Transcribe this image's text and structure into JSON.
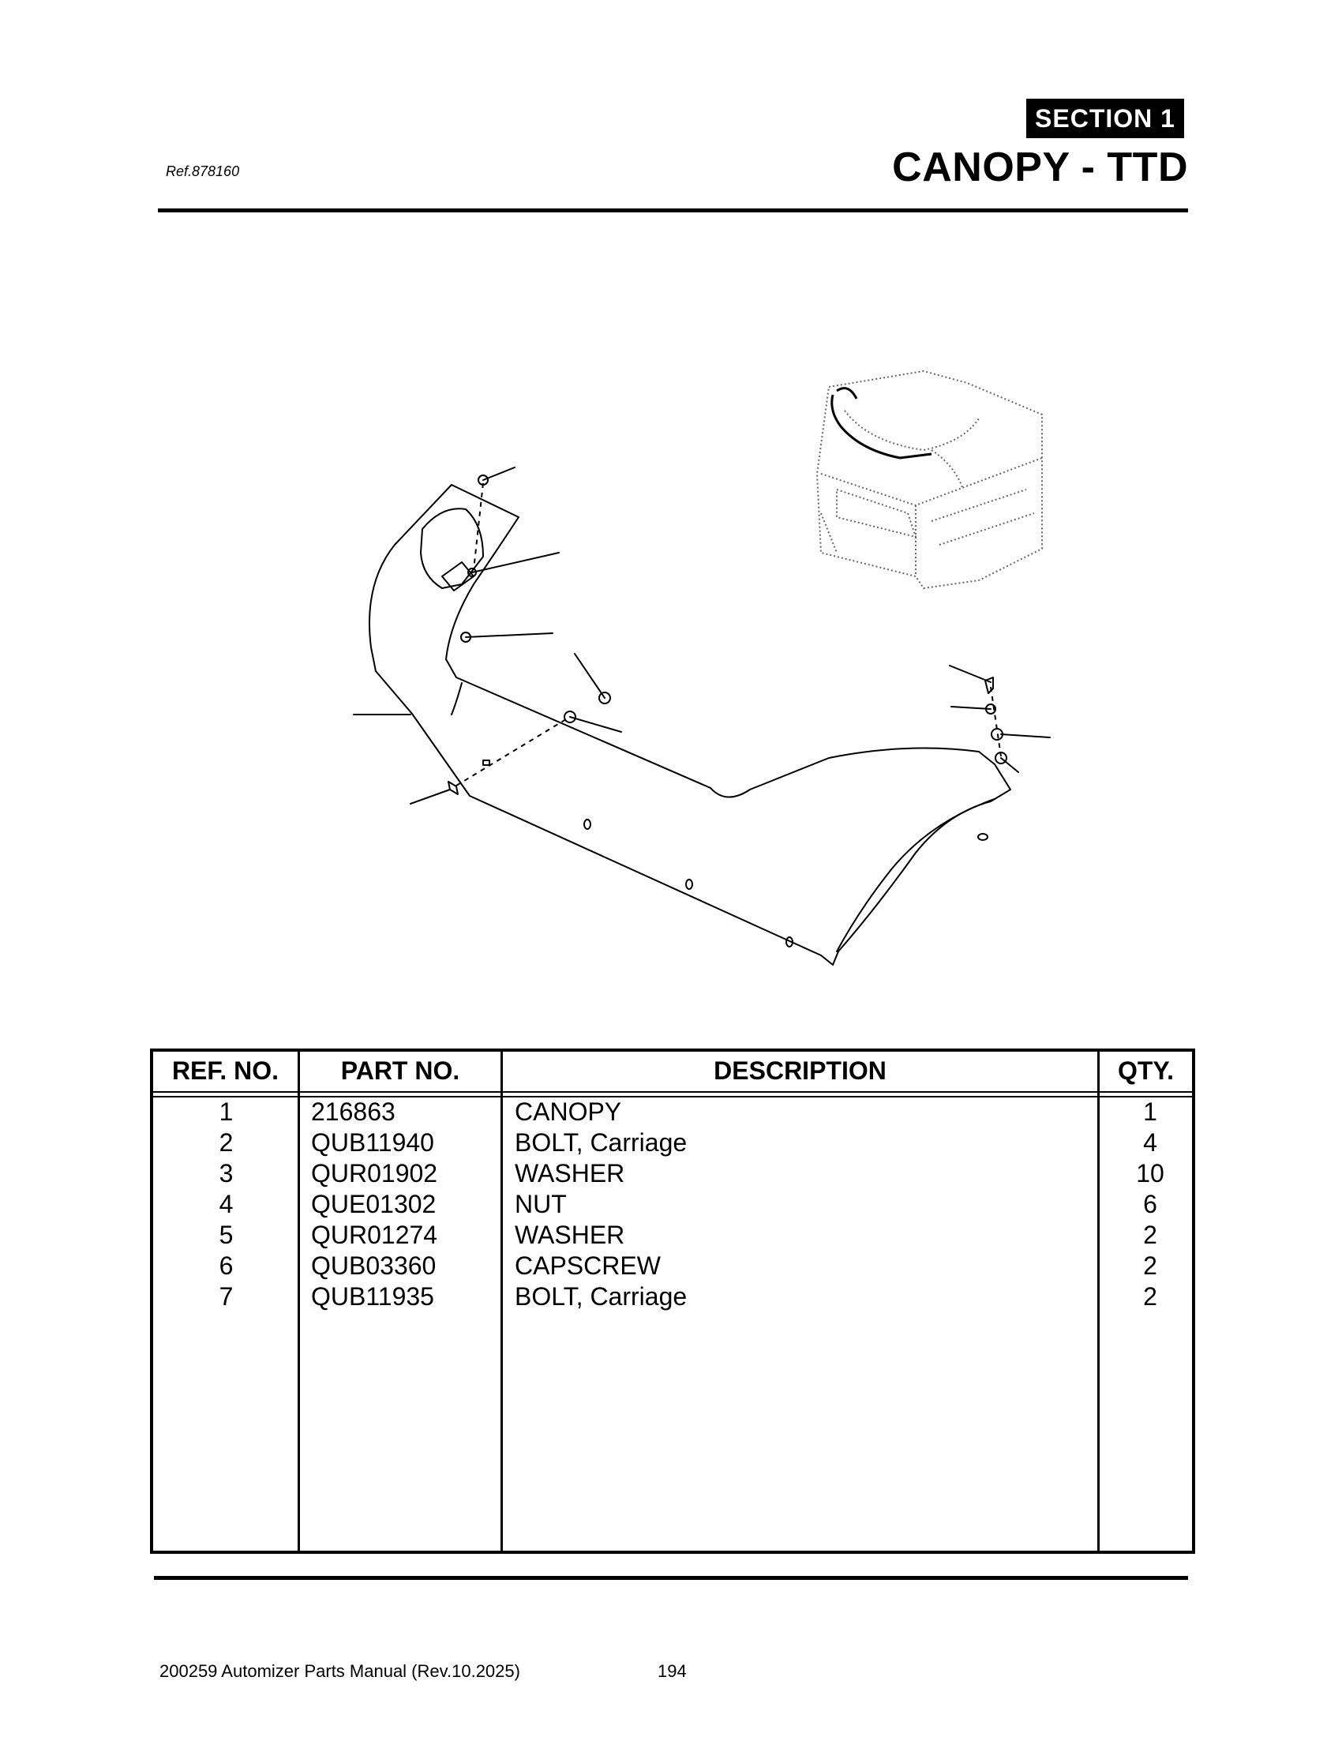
{
  "header": {
    "section": "SECTION  1",
    "title": "CANOPY - TTD",
    "ref": "Ref.878160"
  },
  "table": {
    "headers": {
      "ref": "REF. NO.",
      "part": "PART NO.",
      "desc": "DESCRIPTION",
      "qty": "QTY."
    },
    "rows": [
      {
        "ref": "1",
        "part": "216863",
        "desc": "CANOPY",
        "qty": "1"
      },
      {
        "ref": "2",
        "part": "QUB11940",
        "desc": "BOLT, Carriage",
        "qty": "4"
      },
      {
        "ref": "3",
        "part": "QUR01902",
        "desc": "WASHER",
        "qty": "10"
      },
      {
        "ref": "4",
        "part": "QUE01302",
        "desc": "NUT",
        "qty": "6"
      },
      {
        "ref": "5",
        "part": "QUR01274",
        "desc": "WASHER",
        "qty": "2"
      },
      {
        "ref": "6",
        "part": "QUB03360",
        "desc": "CAPSCREW",
        "qty": "2"
      },
      {
        "ref": "7",
        "part": "QUB11935",
        "desc": "BOLT, Carriage",
        "qty": "2"
      }
    ]
  },
  "footer": {
    "manual": "200259 Automizer Parts Manual (Rev.10.2025)",
    "page": "194"
  }
}
